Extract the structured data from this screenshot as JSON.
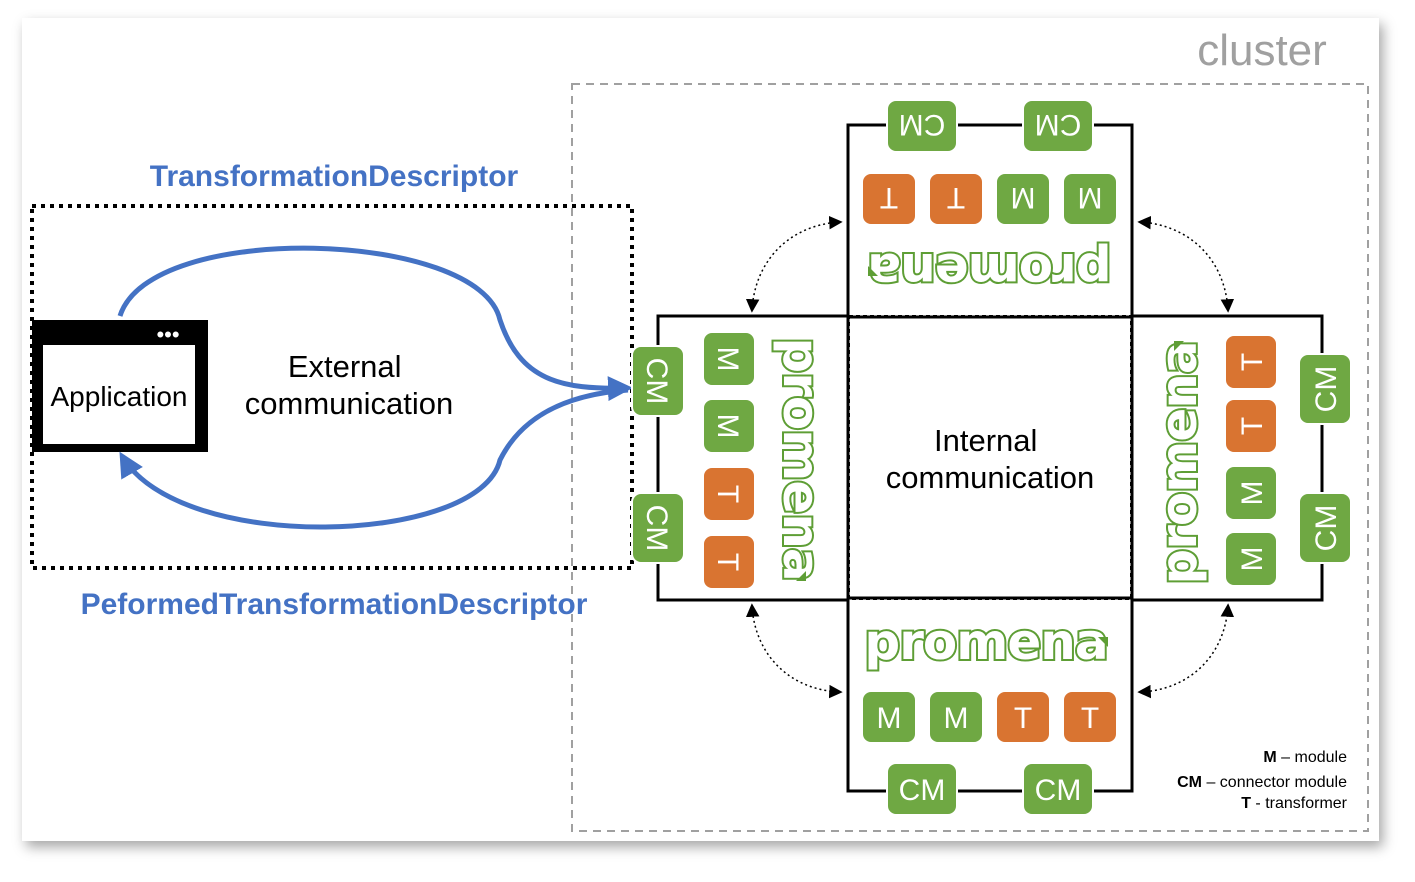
{
  "cluster_label": "cluster",
  "top_descriptor": "TransformationDescriptor",
  "bottom_descriptor": "PeformedTransformationDescriptor",
  "application": {
    "label": "Application",
    "dots": "•••"
  },
  "external": {
    "line1": "External",
    "line2": "communication"
  },
  "internal": {
    "line1": "Internal",
    "line2": "communication"
  },
  "brand": "promena",
  "module_labels": {
    "module": "M",
    "transformer": "T",
    "connector": "CM"
  },
  "legend": [
    {
      "key": "M",
      "text": " – module"
    },
    {
      "key": "CM",
      "text": " – connector module"
    },
    {
      "key": "T",
      "text": " - transformer"
    }
  ],
  "colors": {
    "green": "#6fa843",
    "orange": "#d97431",
    "arrow_blue": "#4472c4",
    "descriptor_blue": "#4472c4",
    "cluster_gray": "#a0a0a0",
    "logo_green": "#5e9e35"
  }
}
